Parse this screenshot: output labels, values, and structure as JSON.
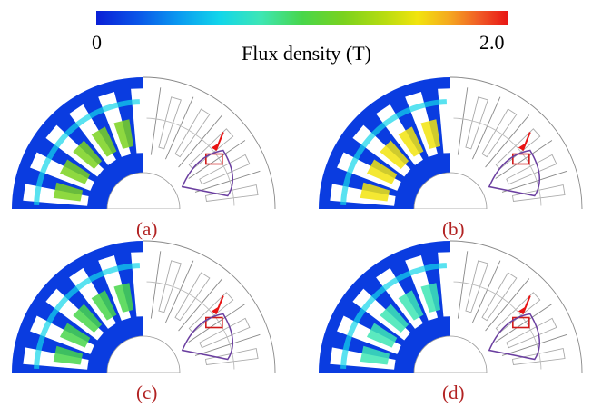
{
  "colorbar": {
    "min_label": "0",
    "max_label": "2.0",
    "title": "Flux density (T)",
    "colors": [
      "#0a1fd6",
      "#0a9af0",
      "#12d6ea",
      "#48d64a",
      "#b8dc10",
      "#f2e40e",
      "#f05a26",
      "#e81414"
    ]
  },
  "panels": [
    {
      "label": "(a)",
      "highlight": "#7ad21e"
    },
    {
      "label": "(b)",
      "highlight": "#f2e40e"
    },
    {
      "label": "(c)",
      "highlight": "#48d64a"
    },
    {
      "label": "(d)",
      "highlight": "#3ee6b4"
    }
  ],
  "annotation_colors": {
    "arrow": "#e81414",
    "flux_path": "#6b3fa0",
    "coil_box": "#d01a1a"
  }
}
